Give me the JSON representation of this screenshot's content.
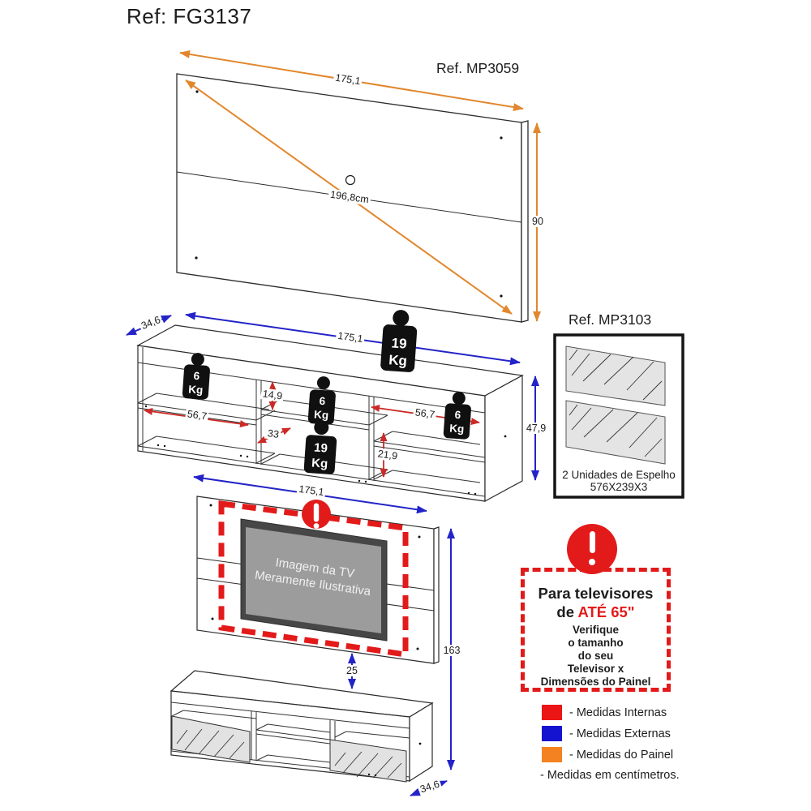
{
  "title": "Ref: FG3137",
  "panel": {
    "ref": "Ref. MP3059",
    "width": "175,1",
    "diagonal": "196,8cm",
    "height": "90"
  },
  "rack": {
    "depth": "34,6",
    "width": "175,1",
    "height": "47,9",
    "internal": {
      "left_width": "56,7",
      "top_gap": "14,9",
      "middle_width": "33",
      "right_width": "56,7",
      "right_height": "21,9"
    },
    "weights": {
      "top": {
        "value": "19",
        "unit": "Kg"
      },
      "left": {
        "value": "6",
        "unit": "Kg"
      },
      "middle": {
        "value": "6",
        "unit": "Kg"
      },
      "middle_bottom": {
        "value": "19",
        "unit": "Kg"
      },
      "right": {
        "value": "6",
        "unit": "Kg"
      }
    }
  },
  "mirror_kit": {
    "ref": "Ref. MP3103",
    "line1": "2 Unidades de Espelho",
    "line2": "576X239X3"
  },
  "assembly": {
    "width": "175,1",
    "height": "163",
    "gap_tv": "25",
    "depth": "34,6",
    "tv_line1": "Imagem da TV",
    "tv_line2": "Meramente Ilustrativa"
  },
  "warning": {
    "line1": "Para televisores",
    "line2_black": "de ",
    "line2_red": "ATÉ 65\"",
    "lines": [
      "Verifique",
      "o tamanho",
      "do seu",
      "Televisor x",
      "Dimensões do Painel"
    ]
  },
  "legend": {
    "items": [
      {
        "label": "- Medidas Internas",
        "color": "#ec1515"
      },
      {
        "label": "- Medidas Externas",
        "color": "#1414d0"
      },
      {
        "label": "- Medidas do Painel",
        "color": "#f58220"
      }
    ],
    "note": "- Medidas em centímetros."
  },
  "colors": {
    "panel_arrow": "#e2872e",
    "external_arrow": "#2323c8",
    "internal_arrow": "#cb2a26",
    "warning_red": "#e31a1a"
  }
}
